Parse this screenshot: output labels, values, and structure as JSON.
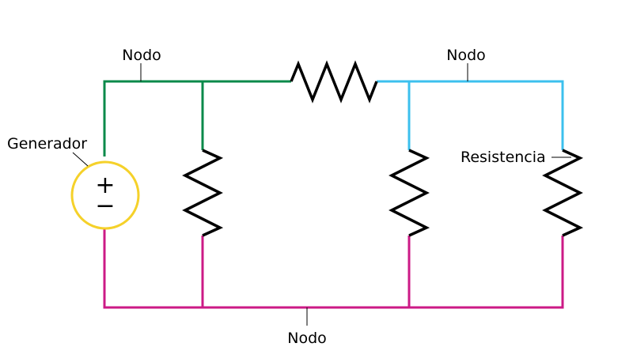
{
  "labels": {
    "node_top_left": "Nodo",
    "node_top_right": "Nodo",
    "node_bottom": "Nodo",
    "generator": "Generador",
    "resistor": "Resistencia"
  },
  "source_symbols": {
    "plus": "+",
    "minus": "−"
  },
  "colors": {
    "node_left": "#0a8a4a",
    "node_right": "#3cc0ee",
    "node_bottom": "#cc1a86",
    "generator": "#f5d12a",
    "resistor": "#000000",
    "leader": "#000000"
  }
}
